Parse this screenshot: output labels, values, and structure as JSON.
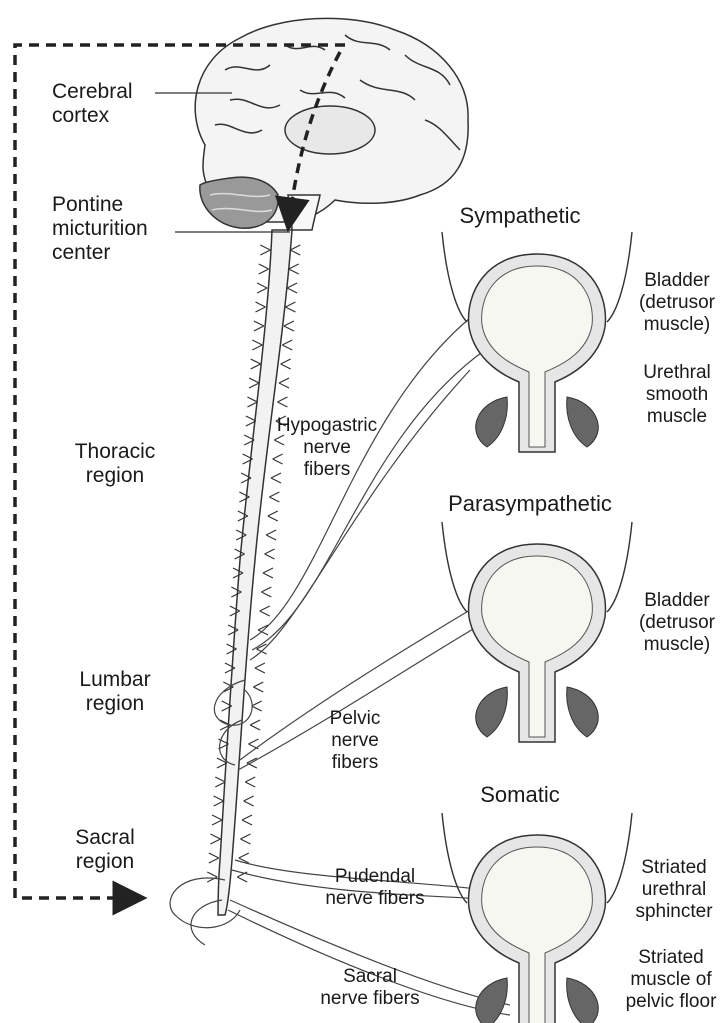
{
  "labels": {
    "cerebral_cortex": "Cerebral\ncortex",
    "pontine": "Pontine\nmicturition\ncenter",
    "thoracic": "Thoracic\nregion",
    "lumbar": "Lumbar\nregion",
    "sacral": "Sacral\nregion",
    "hypogastric": "Hypogastric\nnerve\nfibers",
    "pelvic": "Pelvic\nnerve\nfibers",
    "pudendal": "Pudendal\nnerve fibers",
    "sacral_fibers": "Sacral\nnerve fibers",
    "sympathetic": "Sympathetic",
    "parasympathetic": "Parasympathetic",
    "somatic": "Somatic",
    "bladder_1": "Bladder\n(detrusor\nmuscle)",
    "urethral_smooth": "Urethral\nsmooth\nmuscle",
    "bladder_2": "Bladder\n(detrusor\nmuscle)",
    "striated_sphincter": "Striated\nurethral\nsphincter",
    "striated_pelvic": "Striated\nmuscle of\npelvic floor"
  }
}
